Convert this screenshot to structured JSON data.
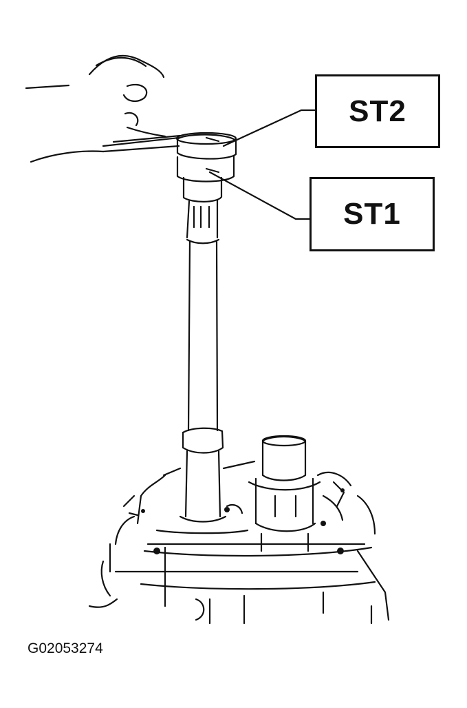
{
  "callouts": {
    "st2": "ST2",
    "st1": "ST1"
  },
  "figure_code": "G02053274",
  "icons": {
    "hand": "hand-icon",
    "tool": "special-tool-icon",
    "housing": "transmission-housing-icon"
  },
  "colors": {
    "ink": "#111111",
    "paper": "#ffffff"
  }
}
